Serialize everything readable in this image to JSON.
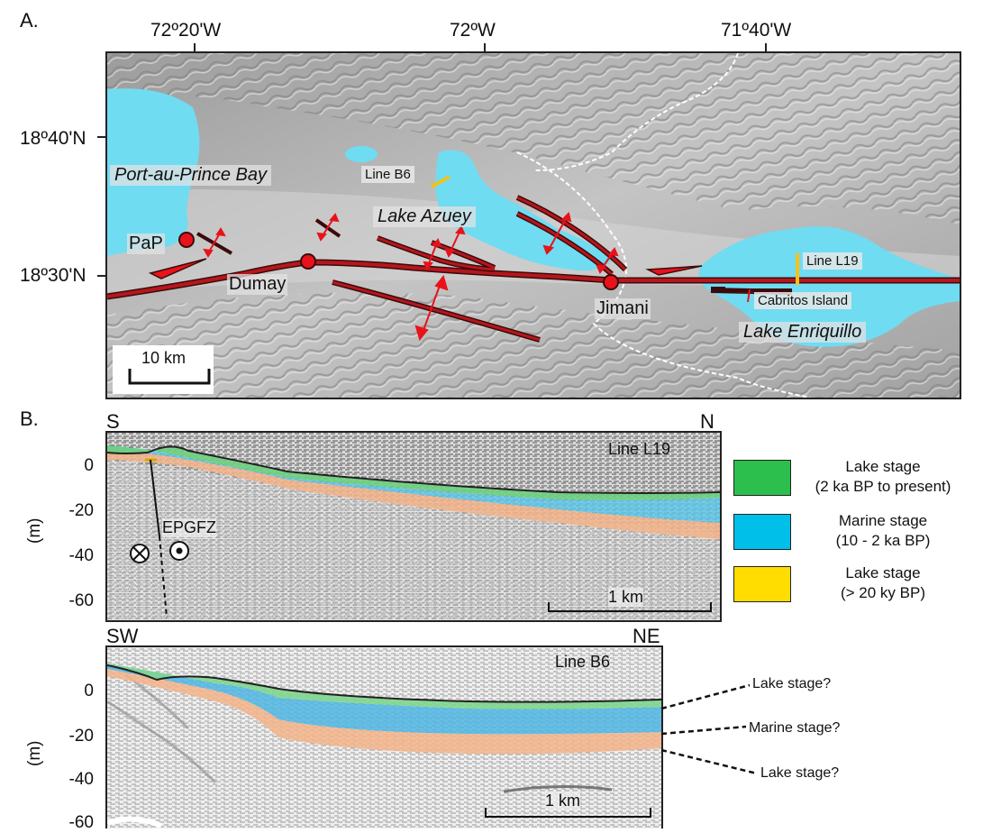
{
  "panel_a": {
    "label": "A.",
    "lon_labels": [
      "72º20'W",
      "72ºW",
      "71º40'W"
    ],
    "lat_labels": [
      "18º40'N",
      "18º30'N"
    ],
    "places": {
      "port_au_prince_bay": "Port-au-Prince Bay",
      "line_b6": "Line B6",
      "lake_azuey": "Lake Azuey",
      "pap": "PaP",
      "dumay": "Dumay",
      "jimani": "Jimani",
      "line_l19": "Line L19",
      "cabritos_island": "Cabritos Island",
      "lake_enriquillo": "Lake Enriquillo"
    },
    "scale_bar": "10 km",
    "colors": {
      "water": "#6fdcf2",
      "fault": "#b5171c",
      "fault_outline": "#3b0a0a",
      "city": "#e8131a",
      "arrow": "#e8131a",
      "line_marker": "#f2c21b"
    }
  },
  "panel_b": {
    "label": "B.",
    "section_1": {
      "left_dir": "S",
      "right_dir": "N",
      "line_name": "Line L19",
      "y_ticks": [
        "0",
        "-20",
        "-40",
        "-60"
      ],
      "y_unit": "(m)",
      "fault_label": "EPGFZ",
      "scale": "1 km"
    },
    "section_2": {
      "left_dir": "SW",
      "right_dir": "NE",
      "line_name": "Line B6",
      "y_ticks": [
        "0",
        "-20",
        "-40",
        "-60"
      ],
      "y_unit": "(m)",
      "scale": "1 km"
    },
    "legend": [
      {
        "line1": "Lake stage",
        "line2": "(2 ka BP to present)",
        "color": "#2dbf4e"
      },
      {
        "line1": "Marine stage",
        "line2": "(10 - 2 ka BP)",
        "color": "#00bfe8"
      },
      {
        "line1": "Lake stage",
        "line2": "(> 20 ky BP)",
        "color": "#ffdd00"
      }
    ],
    "interpretations": [
      "Lake stage?",
      "Marine stage?",
      "Lake stage?"
    ]
  }
}
